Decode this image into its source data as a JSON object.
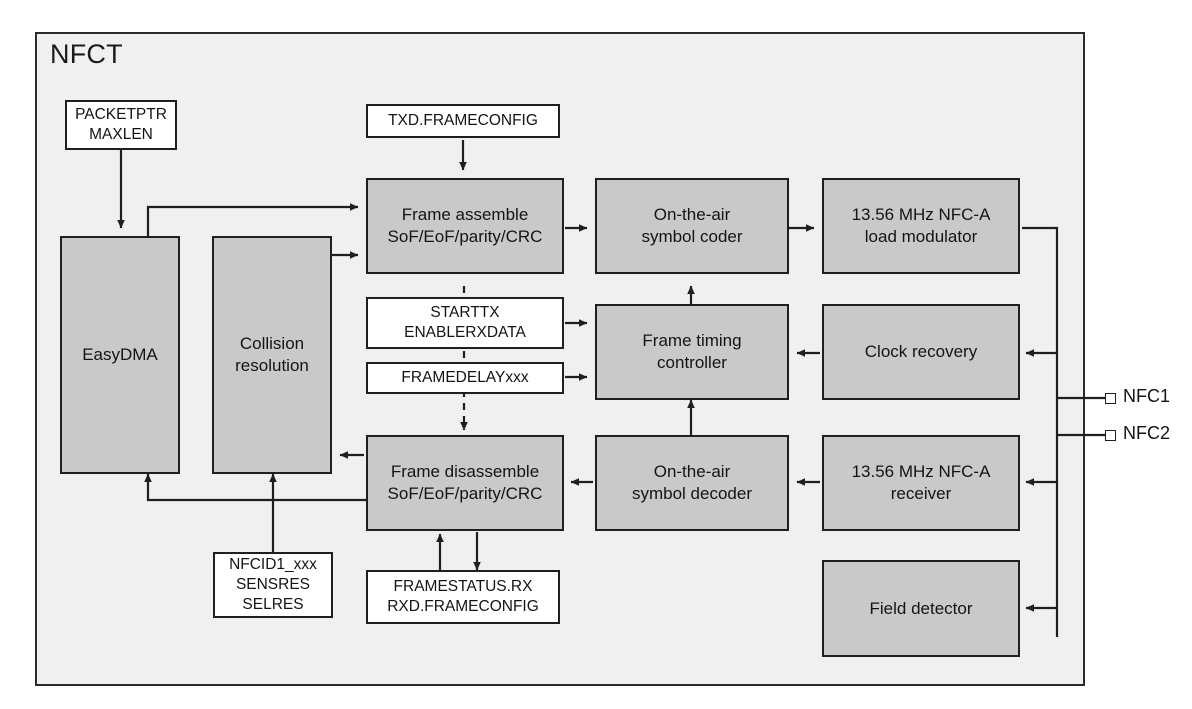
{
  "diagram": {
    "title": "NFCT",
    "type": "block-diagram",
    "colors": {
      "container_fill": "#f0f0f0",
      "block_fill": "#c9c9c9",
      "register_fill": "#ffffff",
      "stroke": "#1f1f1f",
      "text": "#141414",
      "page_background": "#ffffff"
    }
  },
  "blocks": [
    {
      "id": "easydma",
      "label": "EasyDMA",
      "kind": "grey"
    },
    {
      "id": "collision",
      "label": "Collision\nresolution",
      "kind": "grey"
    },
    {
      "id": "frame-assemble",
      "label": "Frame assemble\nSoF/EoF/parity/CRC",
      "kind": "grey"
    },
    {
      "id": "symbol-coder",
      "label": "On-the-air\nsymbol coder",
      "kind": "grey"
    },
    {
      "id": "load-modulator",
      "label": "13.56 MHz NFC-A\nload modulator",
      "kind": "grey"
    },
    {
      "id": "frame-timing",
      "label": "Frame timing\ncontroller",
      "kind": "grey"
    },
    {
      "id": "clock-recovery",
      "label": "Clock recovery",
      "kind": "grey"
    },
    {
      "id": "frame-disassemble",
      "label": "Frame disassemble\nSoF/EoF/parity/CRC",
      "kind": "grey"
    },
    {
      "id": "symbol-decoder",
      "label": "On-the-air\nsymbol decoder",
      "kind": "grey"
    },
    {
      "id": "nfc-receiver",
      "label": "13.56 MHz NFC-A\nreceiver",
      "kind": "grey"
    },
    {
      "id": "field-detector",
      "label": "Field detector",
      "kind": "grey"
    }
  ],
  "registers": [
    {
      "id": "packetptr",
      "label": "PACKETPTR\nMAXLEN"
    },
    {
      "id": "txdframecfg",
      "label": "TXD.FRAMECONFIG"
    },
    {
      "id": "starttx",
      "label": "STARTTX\nENABLERXDATA"
    },
    {
      "id": "framedelay",
      "label": "FRAMEDELAYxxx"
    },
    {
      "id": "nfcid1",
      "label": "NFCID1_xxx\nSENSRES\nSELRES"
    },
    {
      "id": "framestatus",
      "label": "FRAMESTATUS.RX\nRXD.FRAMECONFIG"
    }
  ],
  "pins": [
    {
      "id": "nfc1",
      "label": "NFC1"
    },
    {
      "id": "nfc2",
      "label": "NFC2"
    }
  ]
}
